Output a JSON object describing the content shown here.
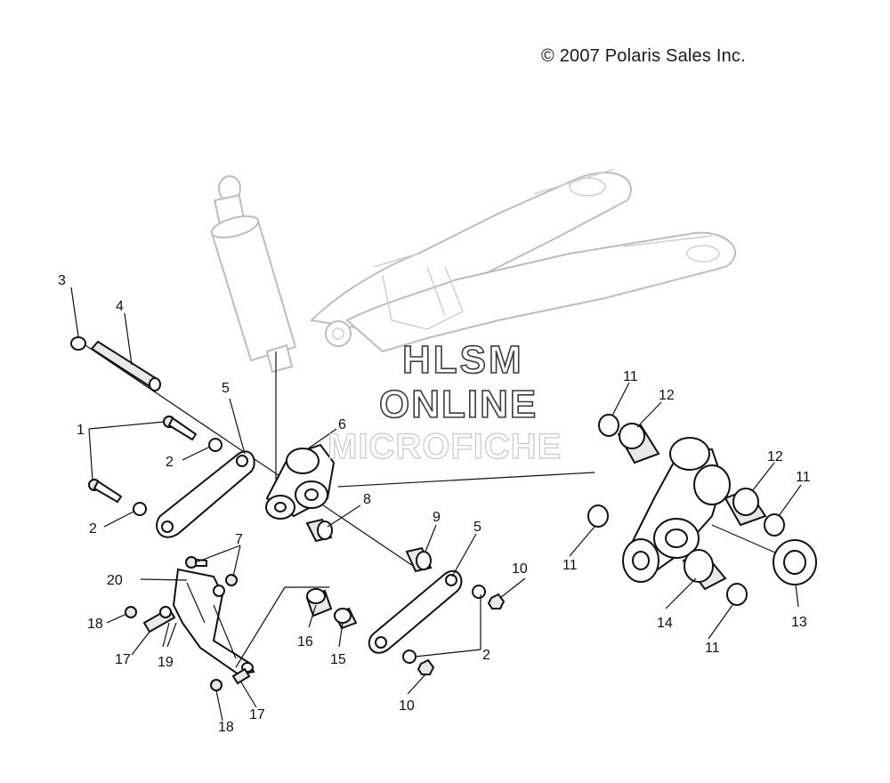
{
  "copyright": "© 2007 Polaris Sales Inc.",
  "watermark": {
    "line1": "HLSM",
    "line2": "ONLINE",
    "line3": "MICROFICHE"
  },
  "callouts": [
    {
      "label": "1"
    },
    {
      "label": "2"
    },
    {
      "label": "2"
    },
    {
      "label": "3"
    },
    {
      "label": "4"
    },
    {
      "label": "5"
    },
    {
      "label": "6"
    },
    {
      "label": "7"
    },
    {
      "label": "8"
    },
    {
      "label": "9"
    },
    {
      "label": "5"
    },
    {
      "label": "10"
    },
    {
      "label": "2"
    },
    {
      "label": "10"
    },
    {
      "label": "11"
    },
    {
      "label": "12"
    },
    {
      "label": "12"
    },
    {
      "label": "11"
    },
    {
      "label": "11"
    },
    {
      "label": "11"
    },
    {
      "label": "13"
    },
    {
      "label": "14"
    },
    {
      "label": "20"
    },
    {
      "label": "18"
    },
    {
      "label": "17"
    },
    {
      "label": "19"
    },
    {
      "label": "16"
    },
    {
      "label": "15"
    },
    {
      "label": "18"
    },
    {
      "label": "17"
    }
  ]
}
